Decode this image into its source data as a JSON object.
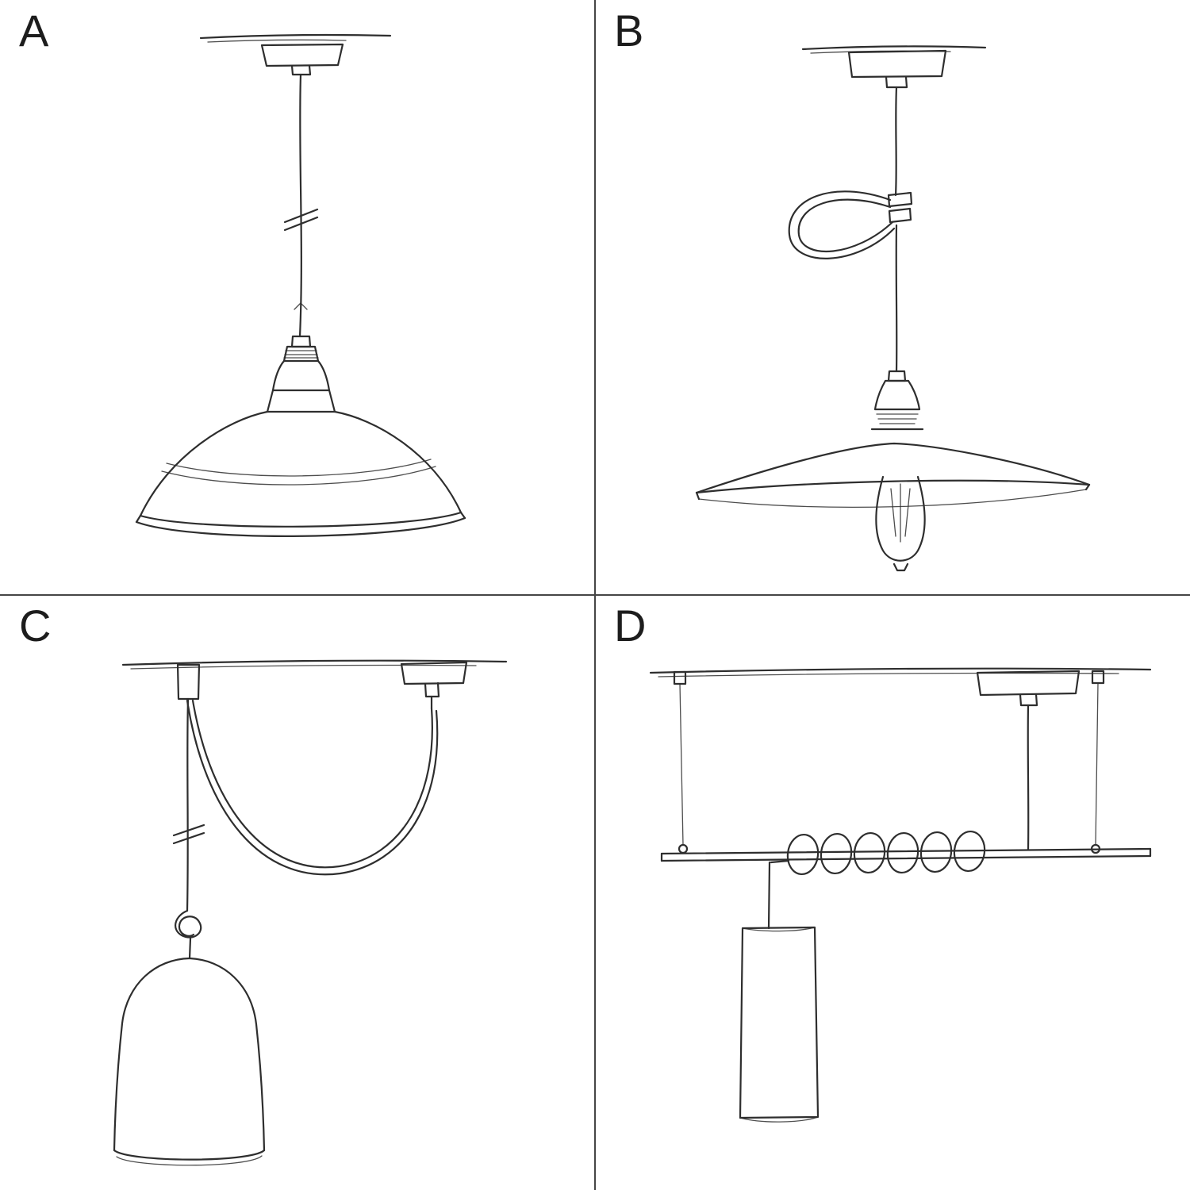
{
  "page": {
    "colors": {
      "background": "#ffffff",
      "ink": "#2e2e2e",
      "divider": "#464646",
      "label": "#1d1d1d"
    }
  },
  "panels": [
    {
      "label": "A",
      "sketch": "pendant-with-industrial-bowl-shade-sketch"
    },
    {
      "label": "B",
      "sketch": "pendant-with-flat-plate-shade-exposed-bulb-and-cable-loop-sketch"
    },
    {
      "label": "C",
      "sketch": "swag-pendant-with-hook-knot-and-bell-shade-sketch"
    },
    {
      "label": "D",
      "sketch": "bar-suspension-pendant-with-coiled-cable-and-tube-shade-sketch"
    }
  ]
}
